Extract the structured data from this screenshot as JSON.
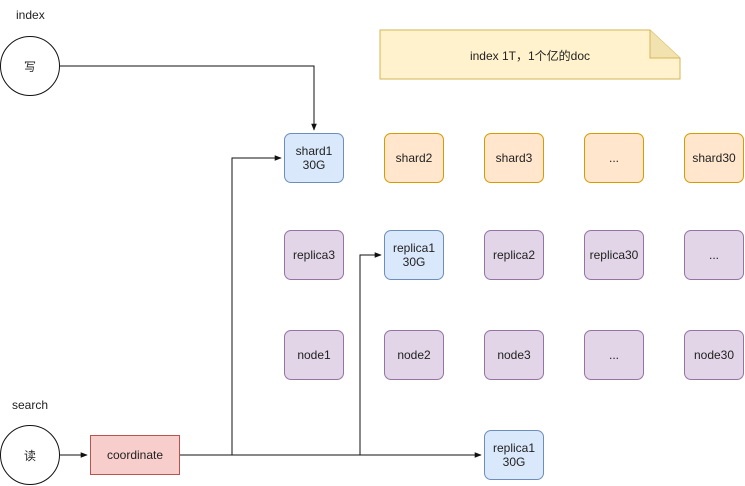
{
  "labels": {
    "index": "index",
    "search": "search"
  },
  "actions": {
    "write": "写",
    "read": "读"
  },
  "note": "index 1T，1个亿的doc",
  "coordinate": "coordinate",
  "shards": [
    "shard1\n30G",
    "shard2",
    "shard3",
    "...",
    "shard30"
  ],
  "replicas": [
    "replica3",
    "replica1\n30G",
    "replica2",
    "replica30",
    "..."
  ],
  "nodes": [
    "node1",
    "node2",
    "node3",
    "...",
    "node30"
  ],
  "extra_replica": "replica1\n30G",
  "colors": {
    "primary_shard": "#dae8fc",
    "shard": "#ffe6cc",
    "replica": "#e1d5e7",
    "coordinate": "#f8cecc",
    "note": "#fff2cc"
  }
}
